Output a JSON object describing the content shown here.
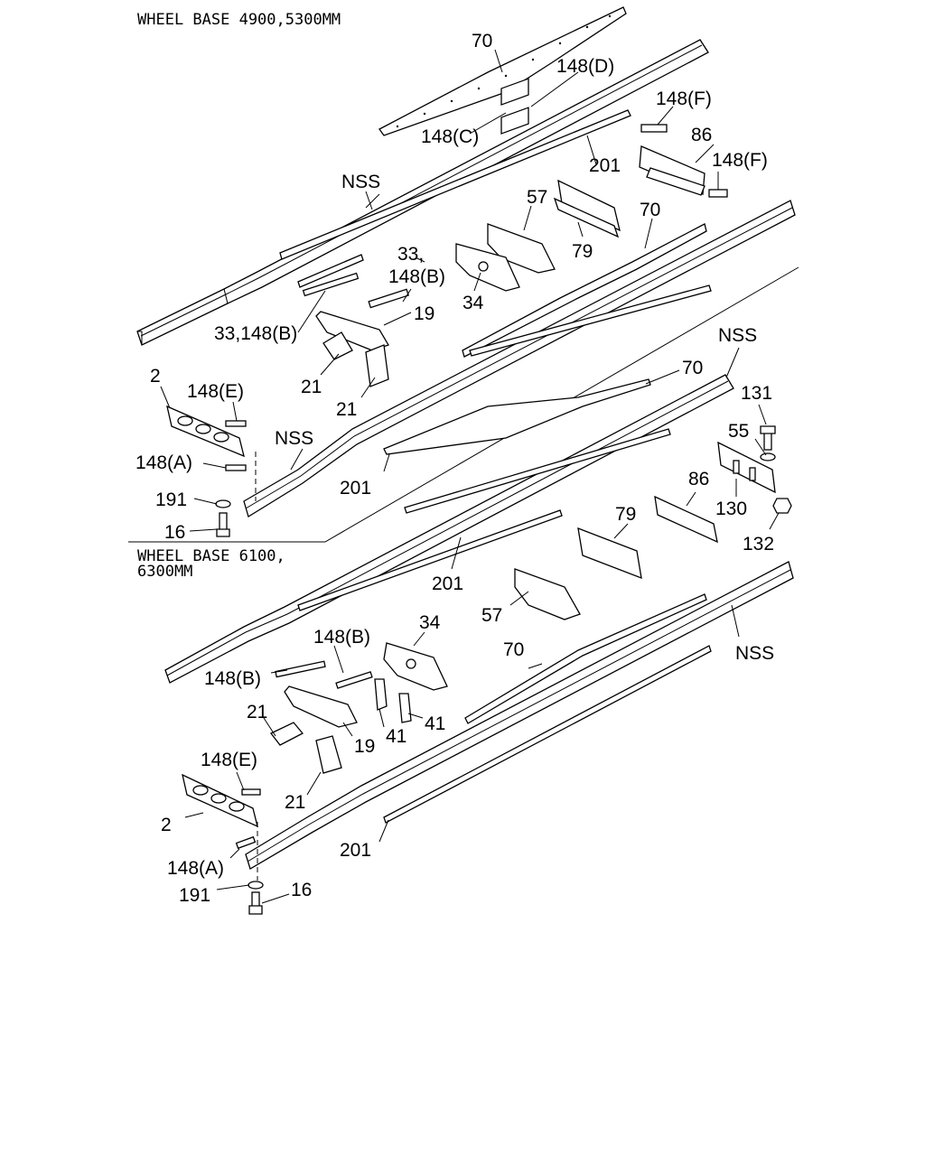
{
  "header": {
    "section_a": "WHEEL BASE 4900,5300MM",
    "section_b_line1": "WHEEL BASE 6100,",
    "section_b_line2": "6300MM"
  },
  "callouts": {
    "a": {
      "p70_top": "70",
      "p148d": "148(D)",
      "p148c": "148(C)",
      "p148f_1": "148(F)",
      "p86": "86",
      "p148f_2": "148(F)",
      "p201_top": "201",
      "nss_top": "NSS",
      "p57": "57",
      "p70_right": "70",
      "p79": "79",
      "p33_a": "33,",
      "p148b_a": "148(B)",
      "p34": "34",
      "p33_148b": "33,148(B)",
      "p19": "19",
      "p21_a": "21",
      "p21_b": "21",
      "p2": "2",
      "p148e": "148(E)",
      "nss_mid": "NSS",
      "p148a": "148(A)",
      "p191": "191",
      "p16": "16",
      "p201_mid": "201"
    },
    "b": {
      "nss_right": "NSS",
      "p70_mid": "70",
      "p131": "131",
      "p55": "55",
      "p86": "86",
      "p79": "79",
      "p130": "130",
      "p132": "132",
      "p201_a": "201",
      "p57": "57",
      "p34": "34",
      "p148b_1": "148(B)",
      "p148b_2": "148(B)",
      "p70_lower": "70",
      "nss_lower": "NSS",
      "p21_a": "21",
      "p19": "19",
      "p41_a": "41",
      "p41_b": "41",
      "p148e": "148(E)",
      "p21_b": "21",
      "p2": "2",
      "p201_b": "201",
      "p148a": "148(A)",
      "p191": "191",
      "p16": "16"
    }
  }
}
